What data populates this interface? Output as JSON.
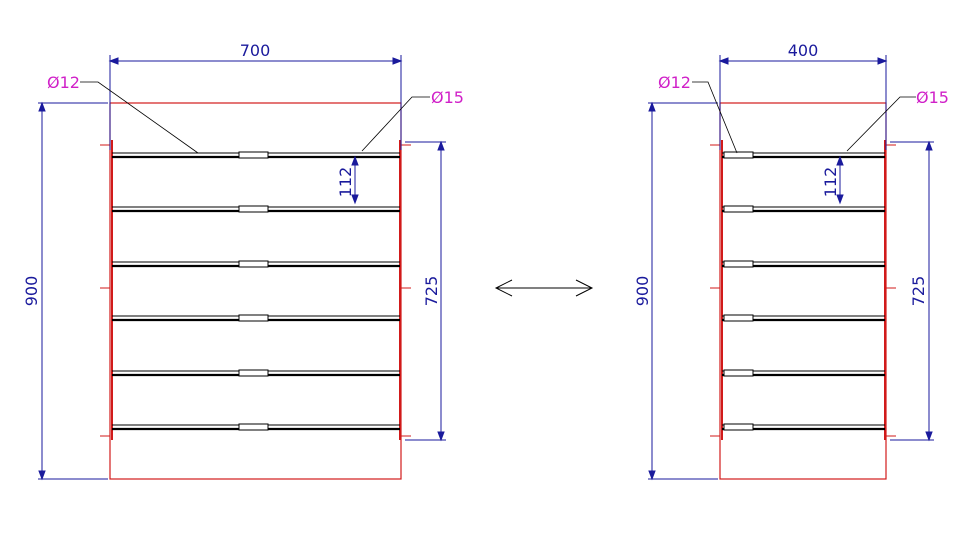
{
  "colors": {
    "frame": "#d11a1a",
    "dimension": "#1a1a9c",
    "callout": "#d020c8",
    "rung": "#000000",
    "arrow": "#000000",
    "background": "#ffffff"
  },
  "left_rack": {
    "width_label": "700",
    "height_label": "900",
    "span_label": "725",
    "spacing_label": "112",
    "callout_small_diameter": "Ø12",
    "callout_large_diameter": "Ø15",
    "rung_count": 6
  },
  "right_rack": {
    "width_label": "400",
    "height_label": "900",
    "span_label": "725",
    "spacing_label": "112",
    "callout_small_diameter": "Ø12",
    "callout_large_diameter": "Ø15",
    "rung_count": 6
  },
  "center_arrow": {
    "icon": "double-arrow-icon"
  }
}
